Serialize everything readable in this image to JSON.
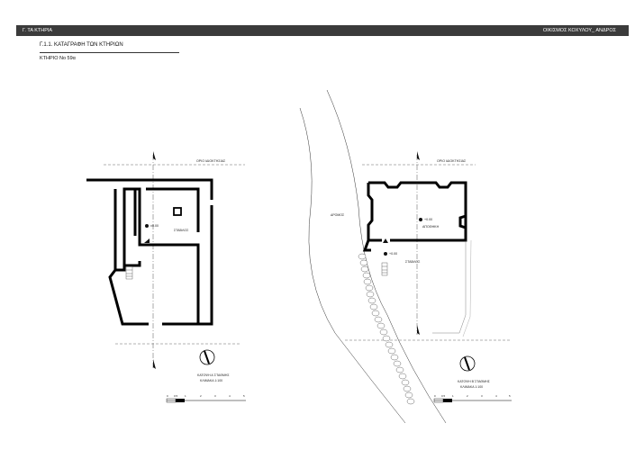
{
  "header": {
    "left_label": "Γ. ΤΑ ΚΤΗΡΙΑ",
    "right_label": "ΟΙΚΙΣΜΟΣ ΚΟΧΥΛΟΥ_ ΑΝΔΡΟΣ"
  },
  "section_title": "Γ.1.1. ΚΑΤΑΓΡΑΦΗ ΤΩΝ ΚΤΗΡΙΩΝ",
  "building_label": "ΚΤΗΡΙΟ No 59α",
  "left_plan": {
    "property_line_label": "ΟΡΙΟ ΙΔΙΟΚΤΗΣΙΑΣ",
    "level_main": "±0.00",
    "room_label": "ΣΤΑΒΛΟΣ",
    "caption_title": "ΚΑΤΟΨΗ Α΄ΣΤΑΘΜΗΣ",
    "caption_scale": "ΚΛΙΜΑΚΑ 1:100"
  },
  "right_plan": {
    "property_line_label": "ΟΡΙΟ ΙΔΙΟΚΤΗΣΙΑΣ",
    "road_label": "ΔΡΟΜΟΣ",
    "level_upper": "+0.00",
    "room_label": "ΑΠΟΘΗΚΗ",
    "level_lower": "+0.00",
    "lower_room_label": "ΣΤΑΒΛΟΣ",
    "caption_title": "ΚΑΤΟΨΗ Β΄ΣΤΑΘΜΗΣ",
    "caption_scale": "ΚΛΙΜΑΚΑ 1:100"
  },
  "scale_bar_labels": [
    "0",
    "0.5",
    "1",
    "2",
    "3",
    "4",
    "5"
  ]
}
